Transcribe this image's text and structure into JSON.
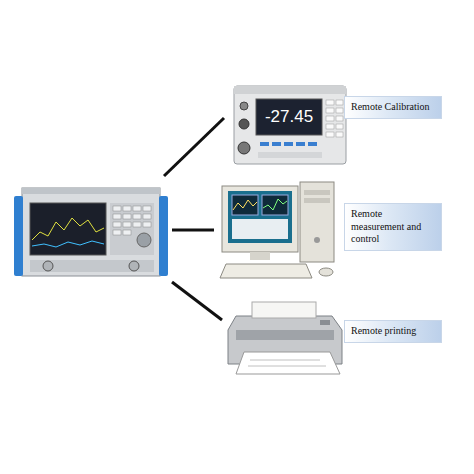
{
  "diagram": {
    "nodes": [
      {
        "text": [
          "Remote Calibration"
        ]
      },
      {
        "text": [
          "Remote measurement and control"
        ]
      },
      {
        "text": [
          "Remote printing"
        ]
      }
    ],
    "labels": [
      "-27.45"
    ]
  }
}
